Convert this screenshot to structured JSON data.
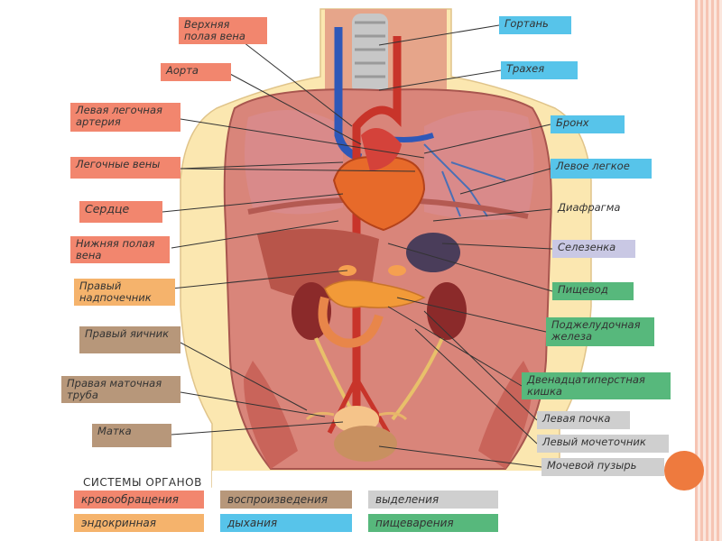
{
  "labels": {
    "vena_cava_sup": "Верхняя полая вена",
    "aorta": "Аорта",
    "left_pulm_artery": "Левая легочная артерия",
    "pulm_veins": "Легочные вены",
    "heart": "Сердце",
    "vena_cava_inf": "Нижняя полая вена",
    "right_adrenal": "Правый надпочечник",
    "right_ovary": "Правый яичник",
    "right_tube": "Правая маточная труба",
    "uterus": "Матка",
    "larynx": "Гортань",
    "trachea": "Трахея",
    "bronchus": "Бронх",
    "left_lung": "Левое легкое",
    "diaphragm": "Диафрагма",
    "spleen": "Селезенка",
    "esophagus": "Пищевод",
    "pancreas": "Поджелудочная железа",
    "duodenum": "Двенадцатиперстная кишка",
    "left_kidney": "Левая почка",
    "left_ureter": "Левый мочеточник",
    "bladder": "Мочевой пузырь"
  },
  "legend": {
    "title": "СИСТЕМЫ ОРГАНОВ",
    "items": [
      {
        "label": "кровообращения",
        "color": "#f2866e"
      },
      {
        "label": "воспроизведения",
        "color": "#b7977a"
      },
      {
        "label": "выделения",
        "color": "#cfcfcf"
      },
      {
        "label": "эндокринная",
        "color": "#f5b36c"
      },
      {
        "label": "дыхания",
        "color": "#57c4ea"
      },
      {
        "label": "пищеварения",
        "color": "#57b87c"
      }
    ]
  }
}
